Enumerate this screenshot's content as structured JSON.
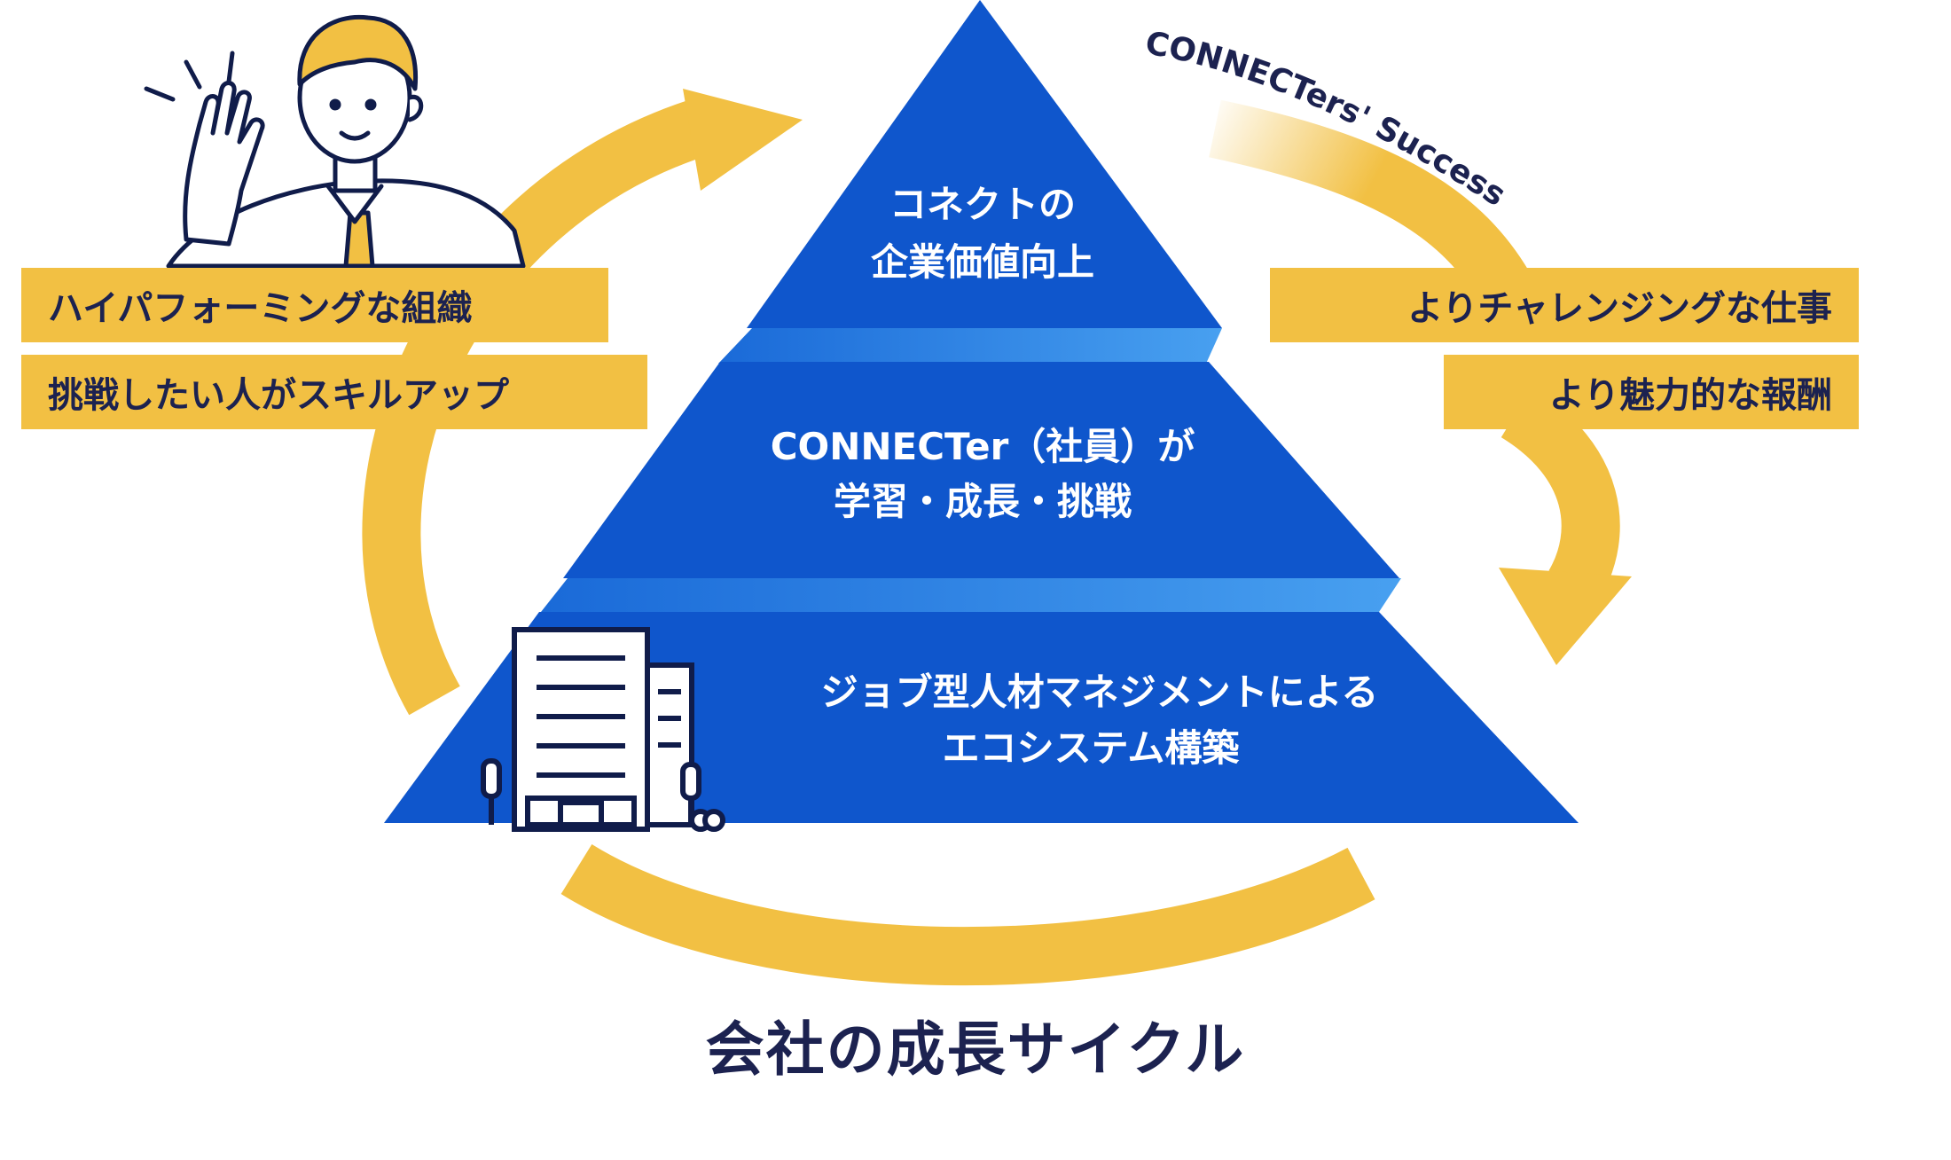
{
  "colors": {
    "pyramid_blue": "#0f56cc",
    "connector_blue": "#2f7fe0",
    "arrow_yellow": "#f2c043",
    "navy_text": "#1c2250",
    "white": "#ffffff"
  },
  "pyramid": {
    "top": {
      "line1": "コネクトの",
      "line2": "企業価値向上"
    },
    "middle": {
      "line1": "CONNECTer（社員）が",
      "line2": "学習・成長・挑戦"
    },
    "bottom": {
      "line1": "ジョブ型人材マネジメントによる",
      "line2": "エコシステム構築"
    }
  },
  "arc_label": "CONNECTers' Success",
  "left_labels": [
    "ハイパフォーミングな組織",
    "挑戦したい人がスキルアップ"
  ],
  "right_labels": [
    "よりチャレンジングな仕事",
    "より魅力的な報酬"
  ],
  "caption": "会社の成長サイクル",
  "icons": {
    "person": "businessman-raising-hand-icon",
    "building": "office-building-icon",
    "cycle": "cycle-arrow-icon"
  }
}
